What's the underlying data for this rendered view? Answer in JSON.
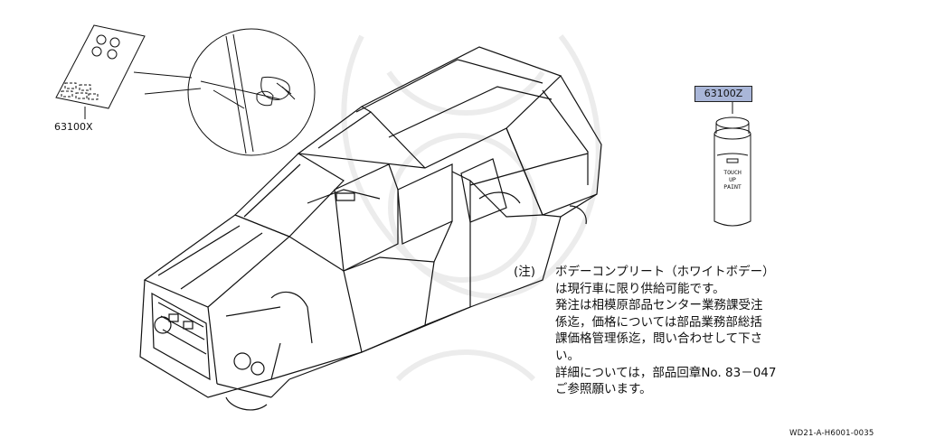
{
  "parts": {
    "label_sticker": "63100X",
    "label_paint": "63100Z"
  },
  "can_text": [
    "TOUCH",
    "UP",
    "PAINT"
  ],
  "note": {
    "marker": "(注)",
    "lines": [
      "ボデーコンプリート（ホワイトボデー）",
      "は現行車に限り供給可能です。",
      "発注は相模原部品センター業務課受注",
      "係迄，価格については部品業務部総括",
      "課価格管理係迄，問い合わせして下さ",
      "い。",
      "詳細については，部品回章No. 83－047",
      "ご参照願います。"
    ]
  },
  "footer_code": "WD21-A-H6001-0035",
  "colors": {
    "highlight": "#a9b6d8",
    "line": "#111111"
  }
}
